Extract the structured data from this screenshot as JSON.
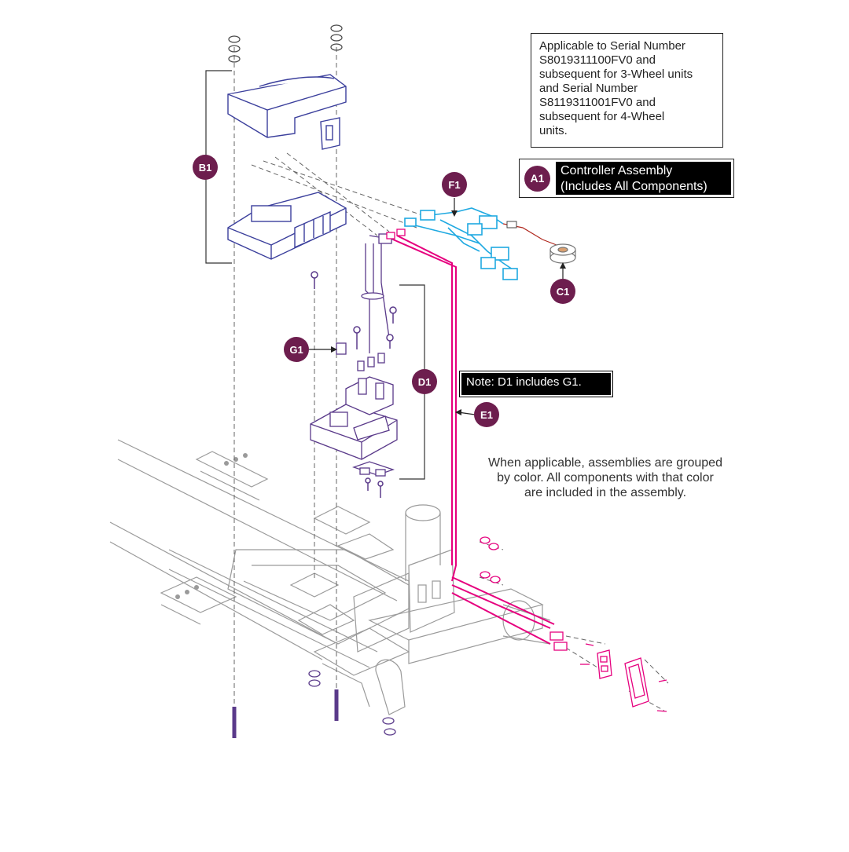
{
  "serial_note": {
    "lines": [
      "Applicable to Serial Number",
      "S8019311100FV0 and",
      "subsequent for 3-Wheel units",
      "and Serial Number",
      "S8119311001FV0 and",
      "subsequent for 4-Wheel",
      "units."
    ]
  },
  "assembly_key": {
    "badge": "A1",
    "label_lines": [
      "Controller Assembly",
      "(Includes All Components)"
    ]
  },
  "callouts": {
    "b1": "B1",
    "f1": "F1",
    "c1": "C1",
    "g1": "G1",
    "d1": "D1",
    "e1": "E1"
  },
  "note": "Note: D1 includes G1.",
  "color_note": {
    "lines": [
      "When applicable, assemblies are grouped",
      "by color. All components with that color",
      "are included in the assembly."
    ]
  },
  "colors": {
    "callout_fill": "#6d1e4e",
    "controller": "#3b3f9c",
    "harness": "#1fa9e1",
    "cable": "#e6007e",
    "connector": "#5a3a8a",
    "buzzer_wire": "#b0281e",
    "frame": "#9a9a9a"
  }
}
